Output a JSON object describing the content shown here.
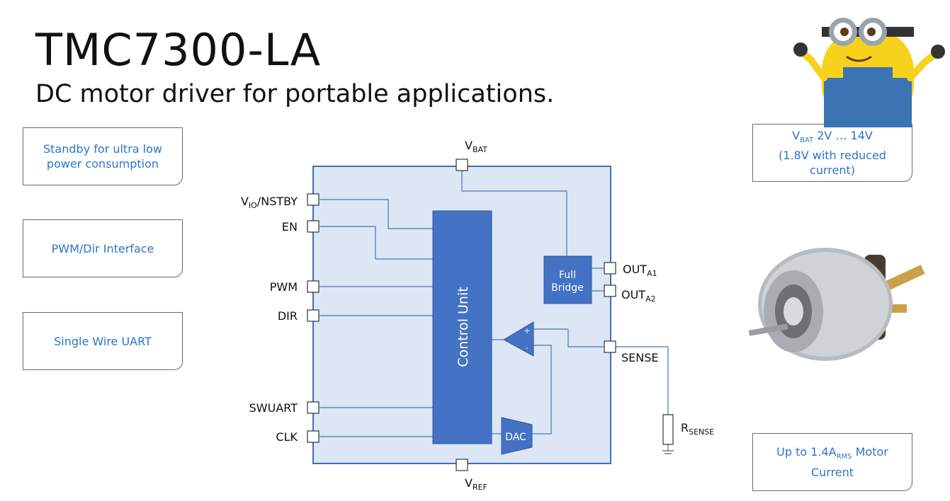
{
  "header": {
    "title": "TMC7300-LA",
    "subtitle": "DC motor driver for portable applications."
  },
  "callouts_left": [
    {
      "text": "Standby for ultra low power consumption"
    },
    {
      "text": "PWM/Dir Interface"
    },
    {
      "text": "Single Wire UART"
    }
  ],
  "callouts_right": {
    "vbat": {
      "main": "V",
      "sub": "BAT",
      "rest": " 2V … 14V",
      "line2": "(1.8V with reduced",
      "line3": "current)"
    },
    "current": {
      "prefix": "Up to 1.4A",
      "sub": "RMS",
      "suffix": " Motor",
      "line2": "Current"
    }
  },
  "diagram": {
    "pins_left": [
      {
        "main": "V",
        "sub": "IO",
        "rest": "/NSTBY"
      },
      {
        "main": "EN"
      },
      {
        "main": "PWM"
      },
      {
        "main": "DIR"
      },
      {
        "main": "SWUART"
      },
      {
        "main": "CLK"
      }
    ],
    "pin_top": {
      "main": "V",
      "sub": "BAT"
    },
    "pin_bottom": {
      "main": "V",
      "sub": "REF"
    },
    "pins_right": [
      {
        "main": "OUT",
        "sub": "A1"
      },
      {
        "main": "OUT",
        "sub": "A2"
      },
      {
        "main": "SENSE"
      }
    ],
    "rsense": {
      "main": "R",
      "sub": "SENSE"
    },
    "blocks": {
      "control_unit": "Control Unit",
      "full_bridge_1": "Full",
      "full_bridge_2": "Bridge",
      "dac": "DAC",
      "comp_plus": "+",
      "comp_minus": "-"
    },
    "colors": {
      "chip_bg": "#dce6f5",
      "chip_border": "#3f6fbf",
      "block_fill": "#4472c4",
      "wire": "#4a74b8",
      "callout_text": "#2e74c8"
    }
  },
  "images": {
    "mascot": "minion-mascot-illustration",
    "motor": "dc-motor-photo"
  }
}
